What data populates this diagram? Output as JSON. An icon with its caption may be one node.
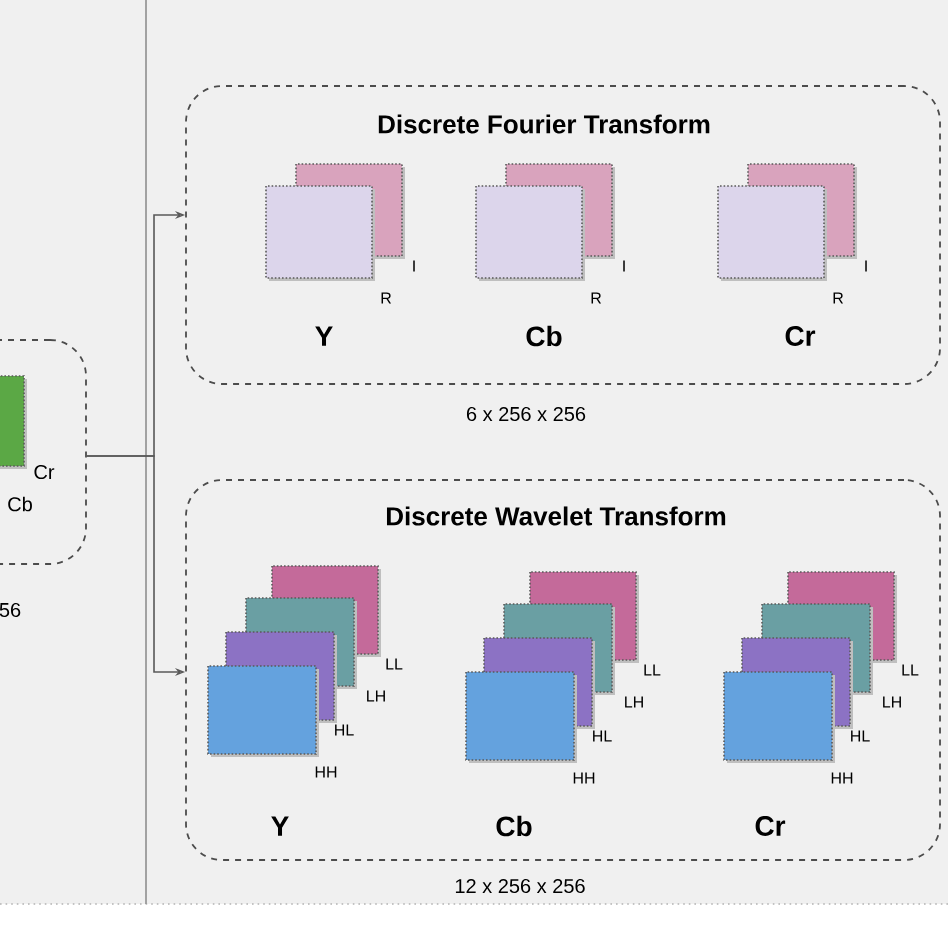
{
  "diagram": {
    "nodes": [
      {
        "text": [],
        "shape": "box",
        "beside": [
          "56"
        ]
      },
      {
        "text": [
          "Discrete Fourier Transform"
        ],
        "beside": [
          "6 x 256 x 256"
        ]
      },
      {
        "text": [
          "Discrete Wavelet Transform"
        ],
        "beside": [
          "12 x 256 x 256"
        ]
      }
    ],
    "edges": [
      {
        "from": 0,
        "to": 1,
        "arrow": "to"
      },
      {
        "from": 0,
        "to": 2,
        "arrow": "to"
      }
    ],
    "labels": [
      "I",
      "R",
      "I",
      "R",
      "I",
      "R",
      "Y",
      "Cb",
      "Cr",
      "Cr",
      "Cb",
      "LL",
      "LH",
      "HL",
      "HH",
      "LL",
      "LH",
      "HL",
      "HH",
      "LL",
      "LH",
      "HL",
      "HH",
      "Y",
      "Cb",
      "Cr"
    ]
  }
}
